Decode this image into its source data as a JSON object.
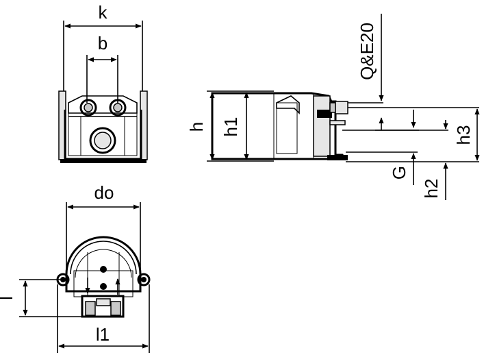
{
  "labels": {
    "k": "k",
    "b": "b",
    "h": "h",
    "h1": "h1",
    "q_e20": "Q&E20",
    "g": "G",
    "h2": "h2",
    "h3": "h3",
    "do": "do",
    "l": "l",
    "l1": "l1"
  }
}
